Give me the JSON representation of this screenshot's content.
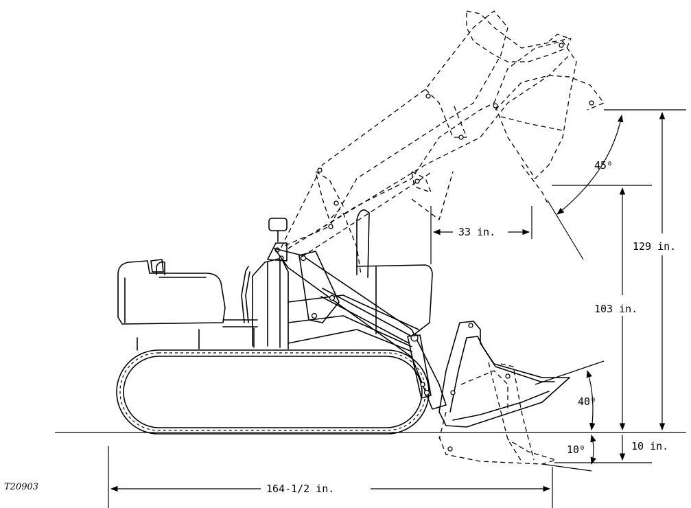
{
  "figure_id": "T20903",
  "dimensions": {
    "reach_at_full_lift": "33 in.",
    "max_pin_height": "129 in.",
    "dump_clearance": "103 in.",
    "digging_depth": "10 in.",
    "overall_length": "164-1/2 in.",
    "dump_angle": "45⁰",
    "rollback_angle": "40⁰",
    "digging_angle": "10⁰"
  }
}
